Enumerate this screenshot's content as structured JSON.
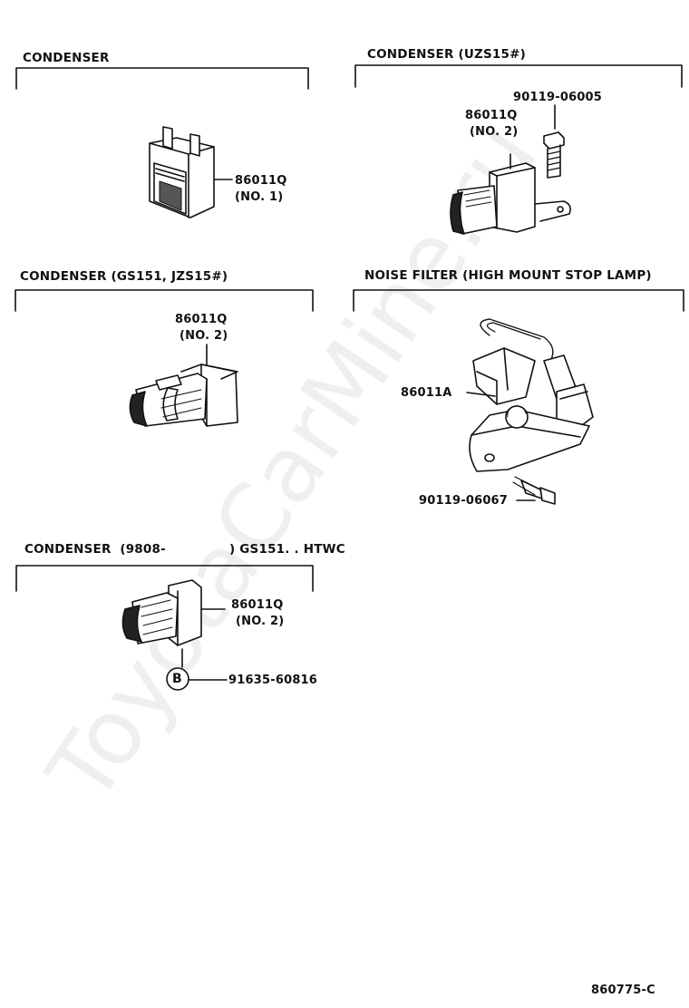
{
  "sections": [
    {
      "title": "CONDENSER",
      "parts": [
        "86011Q",
        "(NO. 1)"
      ]
    },
    {
      "title": "CONDENSER (UZS15#)",
      "parts": [
        "90119-06005",
        "86011Q",
        "(NO. 2)"
      ]
    },
    {
      "title": "CONDENSER (GS151, JZS15#)",
      "parts": [
        "86011Q",
        "(NO. 2)"
      ]
    },
    {
      "title": "NOISE FILTER (HIGH MOUNT STOP LAMP)",
      "parts": [
        "86011A",
        "90119-06067"
      ]
    },
    {
      "title_left": "CONDENSER  (9808-",
      "title_right": ") GS151. . HTWC",
      "parts": [
        "86011Q",
        "(NO. 2)",
        "91635-60816"
      ],
      "callout": "B"
    }
  ],
  "watermark": "ToyotaCarMine.ru",
  "ref_code": "860775-C"
}
